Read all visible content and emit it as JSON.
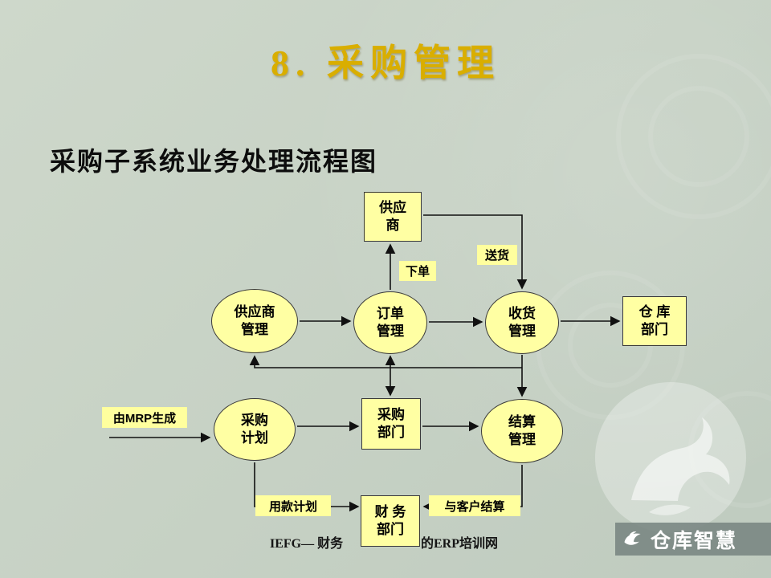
{
  "slide": {
    "title": "8. 采购管理",
    "subtitle": "采购子系统业务处理流程图",
    "footer_left": "IEFG— 财务",
    "footer_right": "的ERP培训网",
    "brand": "仓库智慧"
  },
  "colors": {
    "background": "#c6d1c4",
    "node_fill": "#ffffa3",
    "title_gold": "#d9ae00",
    "arrow": "#111111",
    "brand_band": "#7c8984"
  },
  "flowchart": {
    "nodes": {
      "supplier": "供应\n商",
      "supplier_mgmt": "供应商\n管理",
      "order_mgmt": "订单\n管理",
      "receiving_mgmt": "收货\n管理",
      "warehouse_dept": "仓 库\n部门",
      "purchase_plan": "采购\n计划",
      "purchasing_dept": "采购\n部门",
      "settlement_mgmt": "结算\n管理",
      "finance_dept": "财 务\n部门"
    },
    "labels": {
      "place_order": "下单",
      "delivery": "送货",
      "mrp_source": "由MRP生成",
      "fund_plan": "用款计划",
      "customer_settlement": "与客户结算"
    }
  }
}
